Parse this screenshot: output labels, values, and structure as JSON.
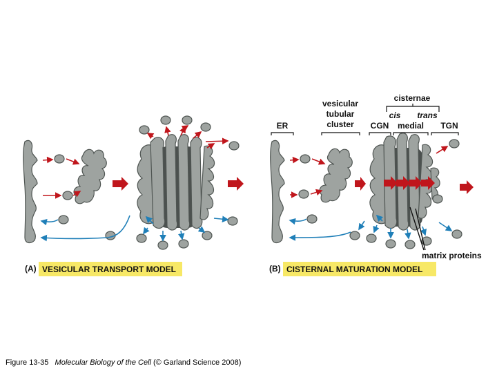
{
  "panel_a": {
    "tag": "(A)",
    "title": "VESICULAR TRANSPORT MODEL",
    "banner_color": "#f7e866"
  },
  "panel_b": {
    "tag": "(B)",
    "title": "CISTERNAL MATURATION MODEL",
    "banner_color": "#f7e866",
    "labels": {
      "er": "ER",
      "vtc_line1": "vesicular",
      "vtc_line2": "tubular",
      "vtc_line3": "cluster",
      "cisternae": "cisternae",
      "cis": "cis",
      "trans": "trans",
      "cgn": "CGN",
      "medial": "medial",
      "tgn": "TGN",
      "matrix": "matrix proteins"
    }
  },
  "caption": {
    "figure": "Figure 13-35",
    "book": "Molecular Biology of the Cell",
    "credit": "(© Garland Science 2008)"
  },
  "colors": {
    "membrane_fill": "#9ea3a0",
    "membrane_stroke": "#4f5552",
    "golgi_core": "#4c514f",
    "arrow_red": "#c0161c",
    "arrow_blue": "#1f7fb8"
  }
}
